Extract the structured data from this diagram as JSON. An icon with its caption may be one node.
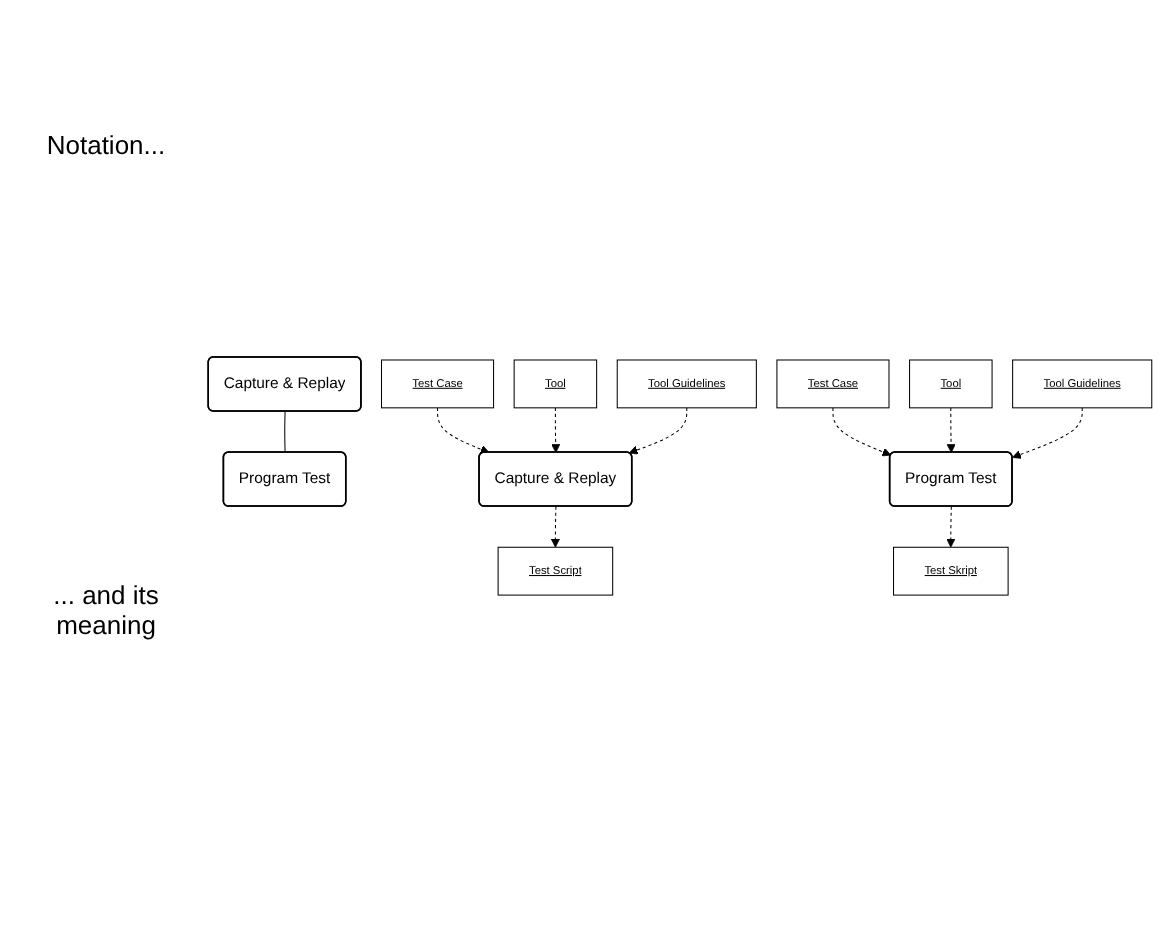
{
  "diagram": {
    "nodes": [
      {
        "text": [
          "Capture & Replay"
        ]
      },
      {
        "text": [
          "Program Test"
        ]
      },
      {
        "text": [
          "Test Case"
        ]
      },
      {
        "text": [
          "Tool"
        ]
      },
      {
        "text": [
          "Tool Guidelines"
        ]
      },
      {
        "text": [
          "Test Case"
        ]
      },
      {
        "text": [
          "Tool"
        ]
      },
      {
        "text": [
          "Tool Guidelines"
        ]
      },
      {
        "text": [
          "Capture & Replay"
        ]
      },
      {
        "text": [
          "Program Test"
        ]
      },
      {
        "text": [
          "Test Script"
        ]
      },
      {
        "text": [
          "Test Skript"
        ]
      }
    ],
    "edges": [
      {
        "from": 0,
        "to": 1,
        "arrow": "none"
      },
      {
        "from": 2,
        "to": 8,
        "arrow": "to",
        "style": "dashed"
      },
      {
        "from": 3,
        "to": 8,
        "arrow": "to",
        "style": "dashed"
      },
      {
        "from": 4,
        "to": 8,
        "arrow": "to",
        "style": "dashed"
      },
      {
        "from": 5,
        "to": 9,
        "arrow": "to",
        "style": "dashed"
      },
      {
        "from": 6,
        "to": 9,
        "arrow": "to",
        "style": "dashed"
      },
      {
        "from": 7,
        "to": 9,
        "arrow": "to",
        "style": "dashed"
      },
      {
        "from": 8,
        "to": 10,
        "arrow": "to",
        "style": "dashed"
      },
      {
        "from": 9,
        "to": 11,
        "arrow": "to",
        "style": "dashed"
      }
    ],
    "labels": [
      "Notation...",
      "... and its meaning"
    ]
  }
}
